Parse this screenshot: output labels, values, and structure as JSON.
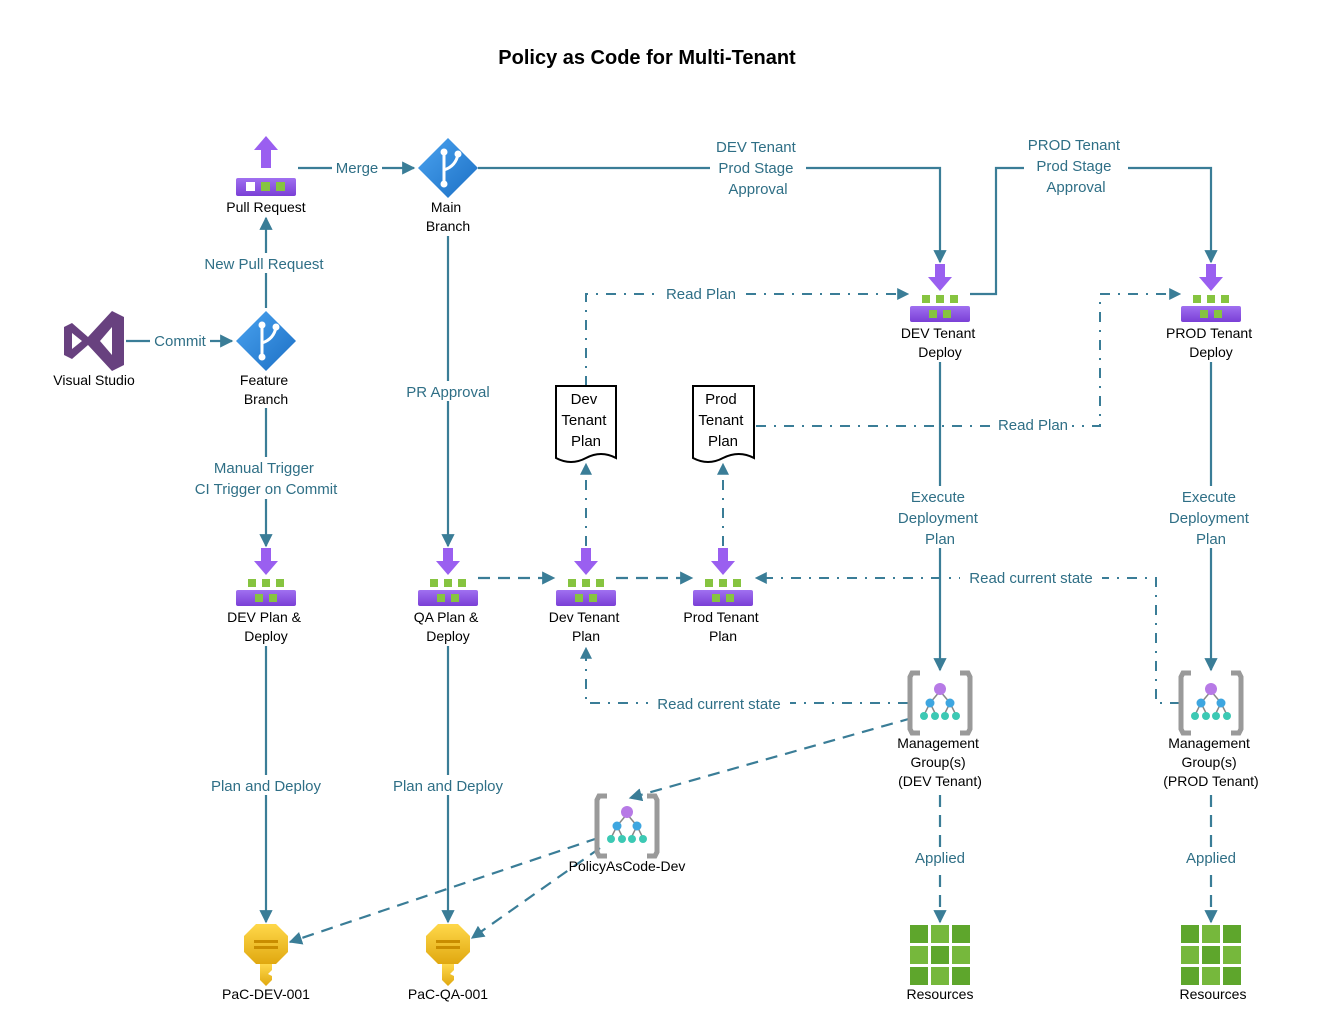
{
  "title": "Policy as Code for Multi-Tenant",
  "nodes": {
    "visual_studio": "Visual Studio",
    "pull_request": "Pull Request",
    "main_branch": [
      "Main",
      "Branch"
    ],
    "feature_branch": [
      "Feature",
      "Branch"
    ],
    "dev_plan_deploy": [
      "DEV Plan  &",
      "Deploy"
    ],
    "qa_plan_deploy": [
      "QA Plan &",
      "Deploy"
    ],
    "dev_tenant_plan_pipeline": [
      "Dev Tenant",
      "Plan"
    ],
    "prod_tenant_plan_pipeline": [
      "Prod Tenant",
      "Plan"
    ],
    "dev_tenant_plan_doc": [
      "Dev",
      "Tenant",
      "Plan"
    ],
    "prod_tenant_plan_doc": [
      "Prod",
      "Tenant",
      "Plan"
    ],
    "dev_tenant_deploy": [
      "DEV Tenant",
      "Deploy"
    ],
    "prod_tenant_deploy": [
      "PROD Tenant",
      "Deploy"
    ],
    "mg_dev": [
      "Management",
      "Group(s)",
      "(DEV Tenant)"
    ],
    "mg_prod": [
      "Management",
      "Group(s)",
      "(PROD Tenant)"
    ],
    "policy_as_code_dev": "PolicyAsCode-Dev",
    "key_dev": "PaC-DEV-001",
    "key_qa": "PaC-QA-001",
    "resources_dev": "Resources",
    "resources_prod": "Resources"
  },
  "edges": {
    "merge": "Merge",
    "commit": "Commit",
    "new_pull_request": "New Pull Request",
    "manual_trigger": [
      "Manual Trigger",
      "CI Trigger on Commit"
    ],
    "pr_approval": "PR Approval",
    "dev_prod_stage_approval": [
      "DEV Tenant",
      "Prod Stage",
      "Approval"
    ],
    "prod_prod_stage_approval": [
      "PROD Tenant",
      "Prod Stage",
      "Approval"
    ],
    "read_plan_dev": "Read Plan",
    "read_plan_prod": "Read Plan",
    "execute_dev": [
      "Execute",
      "Deployment",
      "Plan"
    ],
    "execute_prod": [
      "Execute",
      "Deployment",
      "Plan"
    ],
    "read_current_state_prod": "Read current state",
    "read_current_state_dev": "Read current state",
    "plan_and_deploy_dev": "Plan and Deploy",
    "plan_and_deploy_qa": "Plan and Deploy",
    "applied_dev": "Applied",
    "applied_prod": "Applied"
  },
  "colors": {
    "line": "#3a7d97",
    "label": "#2f6f86",
    "pipeline_purple": "#8c4fe0",
    "pipeline_green": "#86c440",
    "branch_blue": "#2a86d8",
    "vs_purple": "#68417f",
    "key_yellow": "#f2c31b",
    "resource_green": "#5ea62c",
    "mg_gray": "#9a9a9a"
  },
  "icons": {
    "pipeline": "pipeline-icon",
    "branch": "git-branch-icon",
    "visual_studio": "visual-studio-icon",
    "document": "document-icon",
    "management_group": "management-group-icon",
    "key": "key-vault-icon",
    "resources": "resources-grid-icon"
  }
}
